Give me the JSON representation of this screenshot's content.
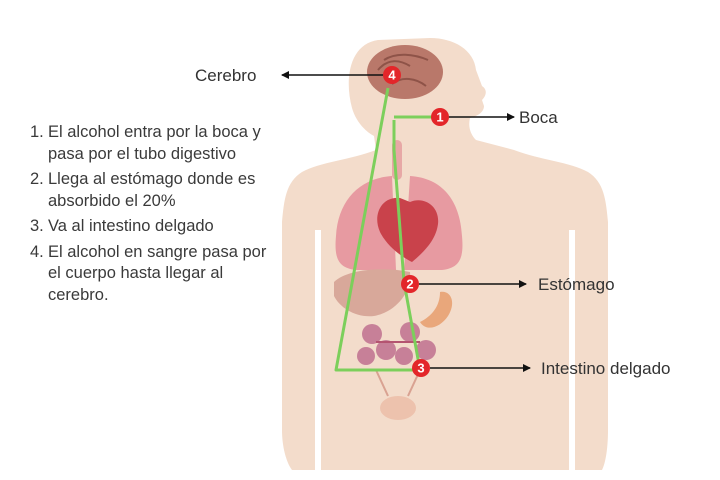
{
  "labels": {
    "cerebro": "Cerebro",
    "boca": "Boca",
    "estomago": "Estómago",
    "intestino": "Intestino delgado"
  },
  "markers": [
    "1",
    "2",
    "3",
    "4"
  ],
  "steps": [
    {
      "number": "1.",
      "text": "El alcohol entra por la boca y pasa por el tubo digestivo"
    },
    {
      "number": "2.",
      "text": "Llega al estómago donde es absorbido el 20%"
    },
    {
      "number": "3.",
      "text": "Va al intestino delgado"
    },
    {
      "number": "4.",
      "text": "El alcohol en sangre pasa por el cuerpo hasta llegar al cerebro."
    }
  ],
  "colors": {
    "skin": "#f3dccb",
    "path": "#7ccf5b",
    "marker": "#e3262a",
    "arrow": "#111111",
    "brain": "#b9786a",
    "lungs": "#e79aa1",
    "heart": "#c9424b",
    "liver": "#d8a89a",
    "stomach": "#e9a77b",
    "intestine": "#c78098"
  }
}
